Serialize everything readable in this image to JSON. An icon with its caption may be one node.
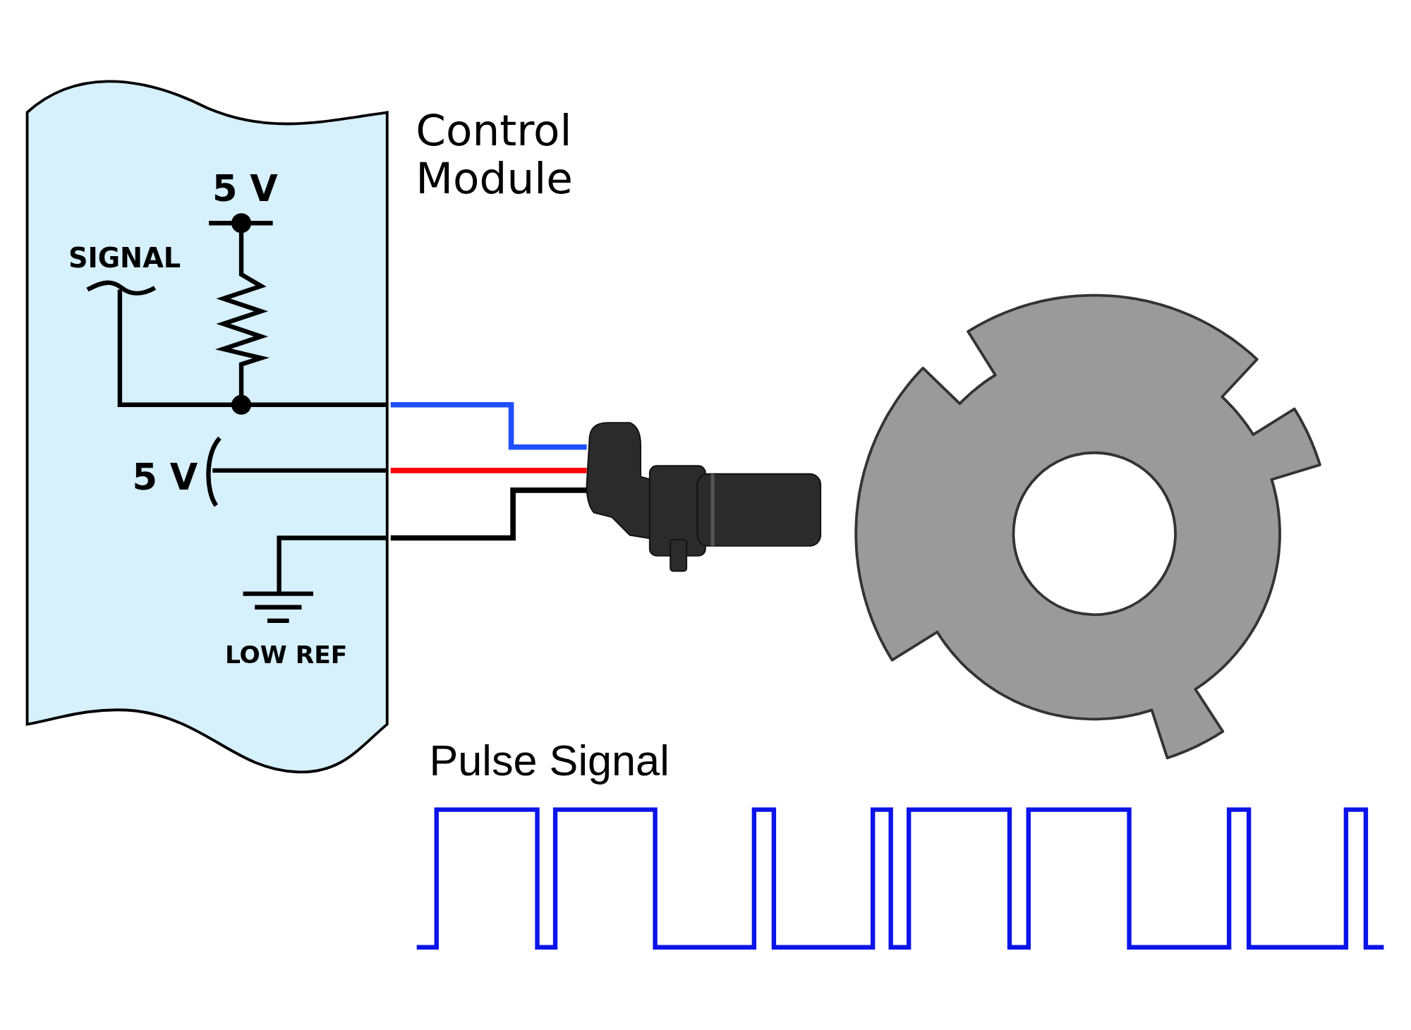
{
  "diagram": {
    "nodes": [
      {
        "text": [
          "Control Module"
        ]
      },
      {
        "text": [],
        "shape": "picture"
      },
      {
        "text": [],
        "shape": "picture"
      }
    ],
    "edges": [
      {
        "from": 0,
        "to": 1,
        "arrow": "none",
        "color": "#1f4fff"
      },
      {
        "from": 0,
        "to": 1,
        "arrow": "none",
        "color": "#ff0000"
      },
      {
        "from": 0,
        "to": 1,
        "arrow": "none",
        "color": "#000000"
      }
    ],
    "labels": [
      "5 V",
      "SIGNAL",
      "5 V",
      "LOW REF",
      "Pulse Signal"
    ]
  }
}
